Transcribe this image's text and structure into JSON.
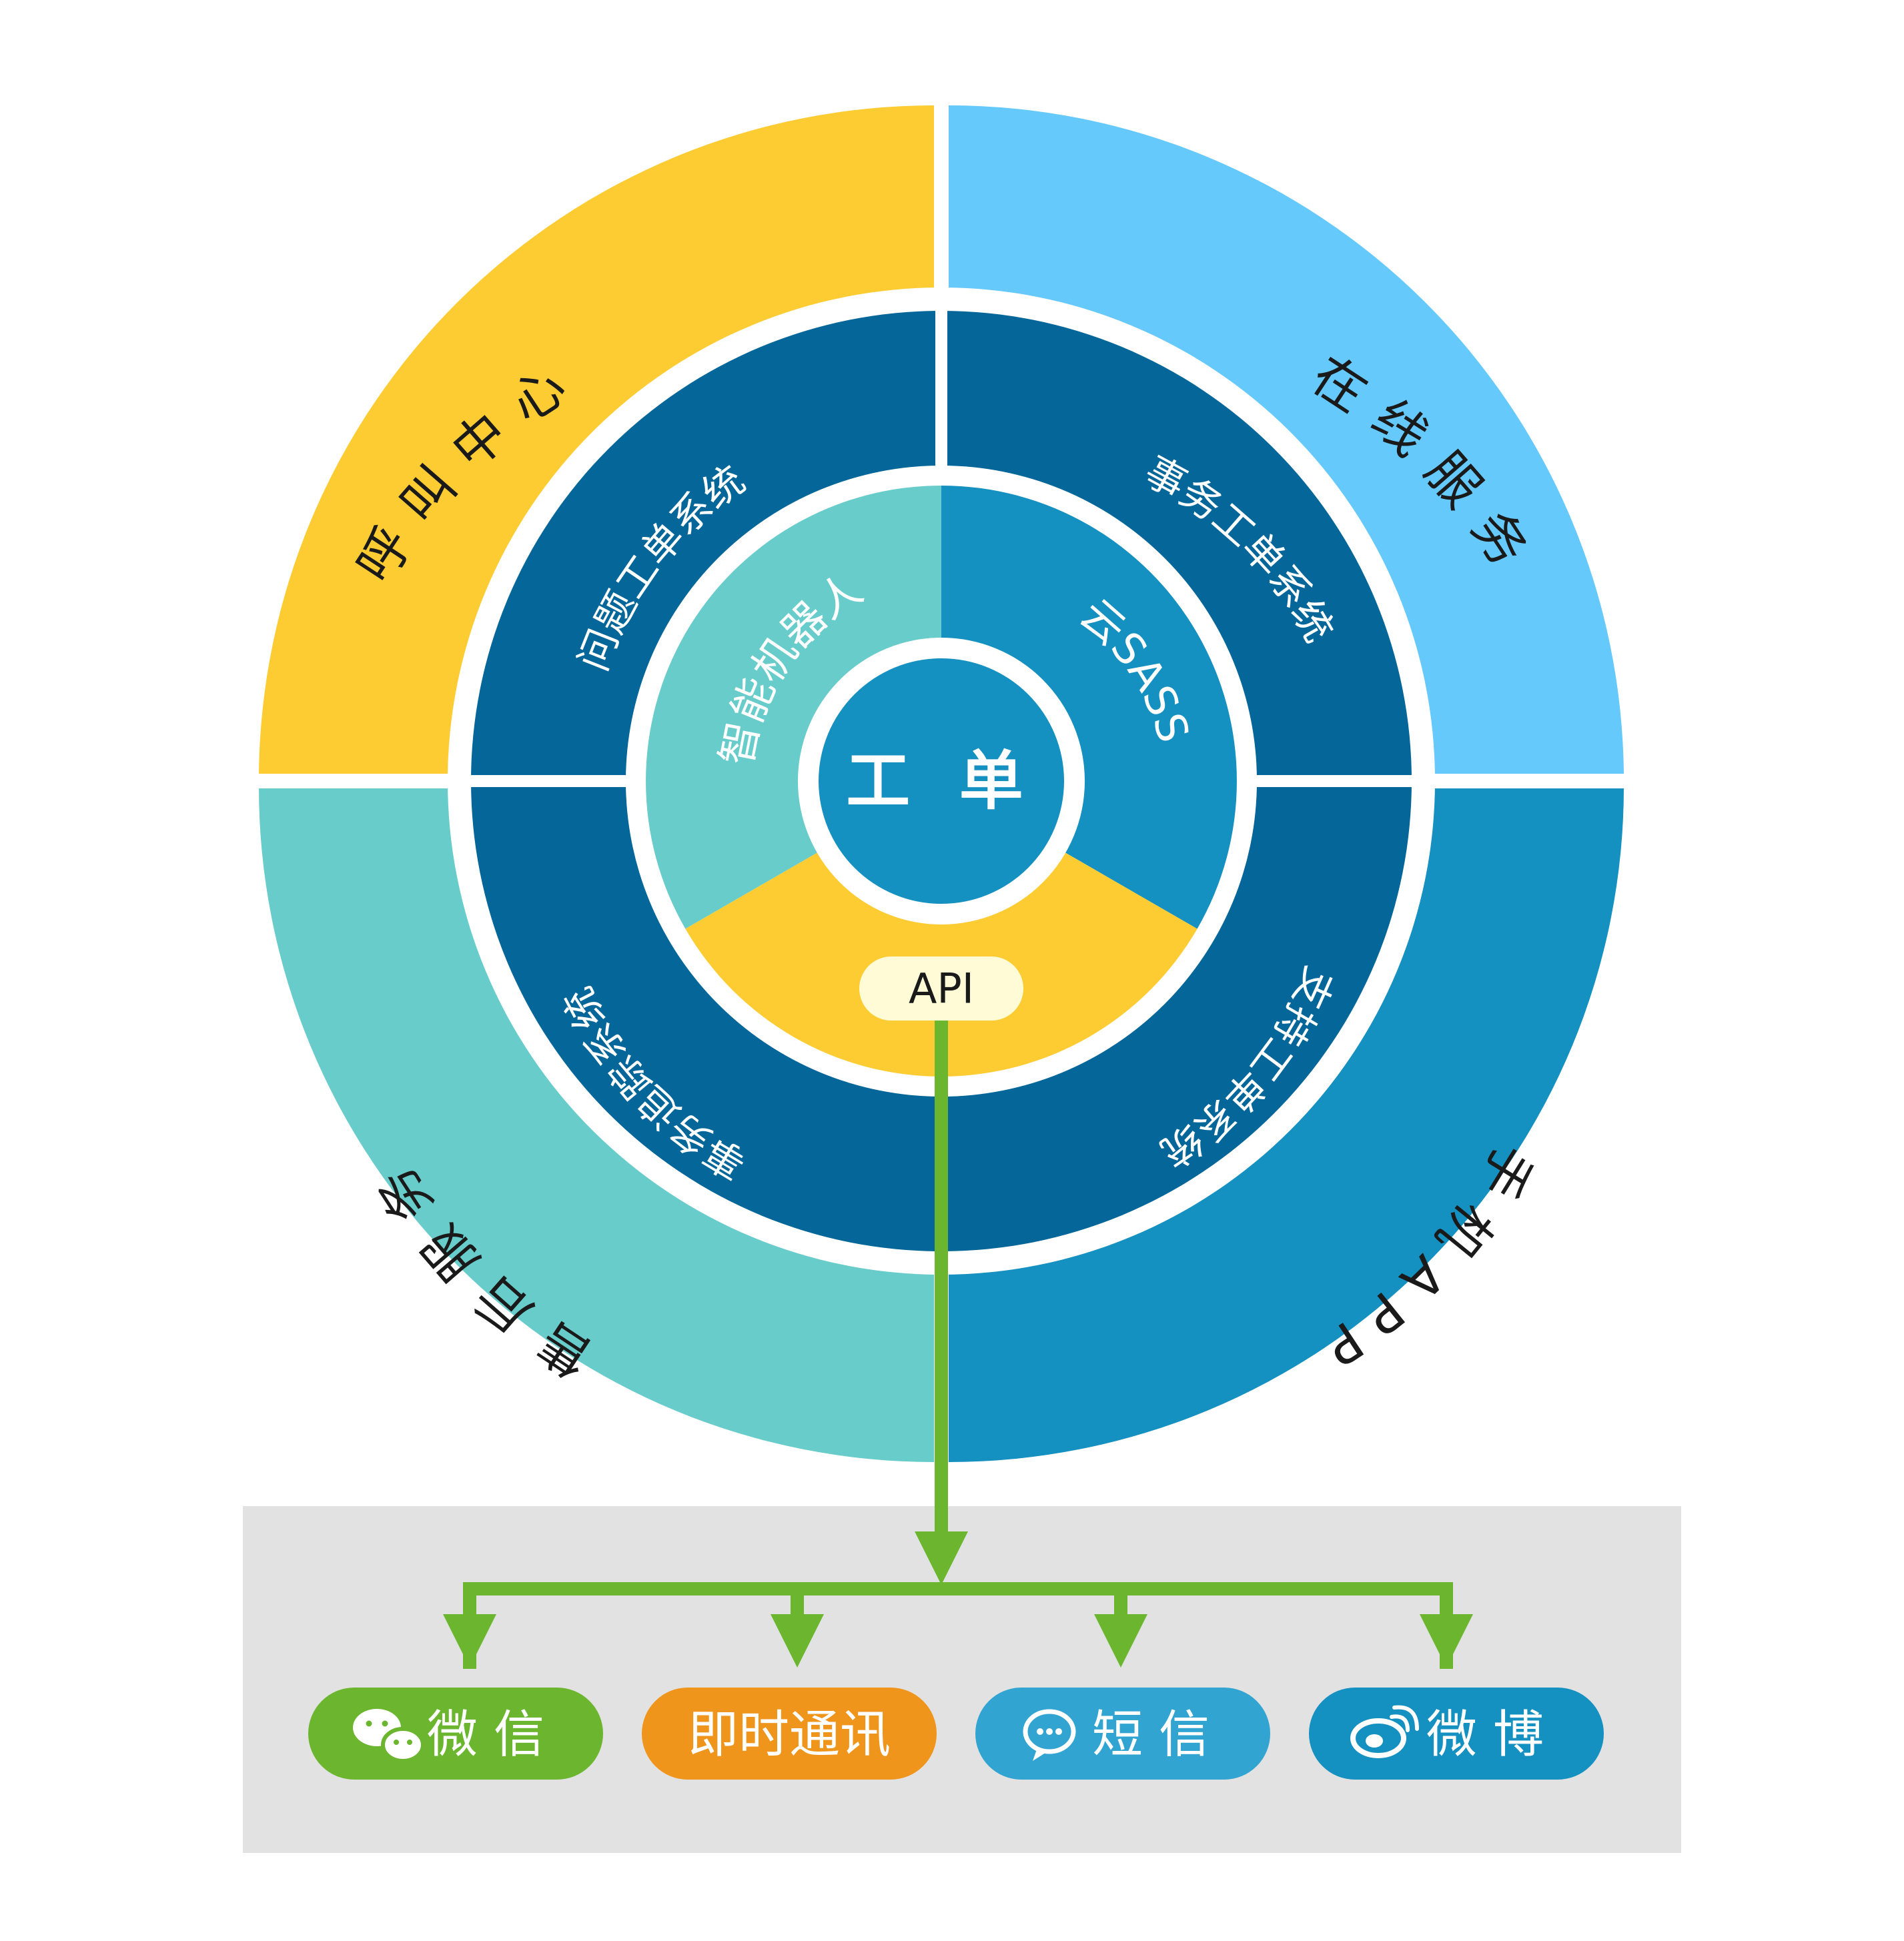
{
  "center": {
    "label": "工 单"
  },
  "api": {
    "label": "API"
  },
  "outer_ring": [
    {
      "label": "呼叫中心",
      "color": "#fdcc33"
    },
    {
      "label": "在线服务",
      "color": "#66c9fc"
    },
    {
      "label": "手机APP",
      "color": "#1490c1"
    },
    {
      "label": "售后服务",
      "color": "#68cccb"
    }
  ],
  "middle_ring": [
    {
      "label": "问题工单系统",
      "color": "#046699"
    },
    {
      "label": "事务工单系统",
      "color": "#046699"
    },
    {
      "label": "支持工单系统",
      "color": "#046699"
    },
    {
      "label": "事务追踪系统",
      "color": "#046699"
    }
  ],
  "inner_ring": [
    {
      "label": "智能机器人",
      "color": "#68cccb"
    },
    {
      "label": "云SASS",
      "color": "#1490c1"
    },
    {
      "label": "API",
      "color": "#fdcc33"
    }
  ],
  "channels": [
    {
      "label": "微信",
      "icon": "wechat-icon",
      "color": "#6cb62f"
    },
    {
      "label": "即时通讯",
      "icon": "",
      "color": "#f0951c"
    },
    {
      "label": "短信",
      "icon": "sms-bubble-icon",
      "color": "#32a4d1"
    },
    {
      "label": "微博",
      "icon": "weibo-icon",
      "color": "#1490c1"
    }
  ],
  "colors": {
    "connector": "#6cb62f",
    "panel": "#e2e2e2",
    "api_pill": "#fffbd6",
    "center": "#1490c1"
  }
}
